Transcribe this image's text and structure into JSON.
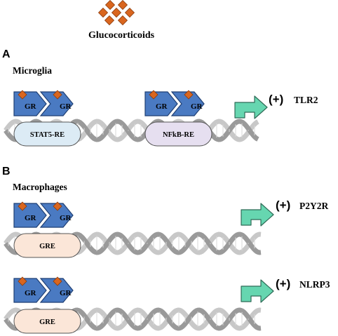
{
  "header": {
    "ligand_label": "Glucocorticoids"
  },
  "colors": {
    "diamond": "#d9661f",
    "diamond_stroke": "#8a3a0c",
    "receptor": "#4a7ac2",
    "receptor_stroke": "#1f3f73",
    "dna_strand": "#9a9a9a",
    "dna_back": "#c8c8c8",
    "stat5_fill": "#dcebf5",
    "nfkb_fill": "#e6dff0",
    "gre_fill": "#fbe6d8",
    "arrow_fill": "#66d6b0",
    "arrow_stroke": "#2f6b57"
  },
  "panels": [
    {
      "letter": "A",
      "cell_type": "Microglia",
      "tracks": [
        {
          "elements": [
            {
              "receptors": [
                "GR",
                "GR"
              ],
              "response_element": "STAT5-RE",
              "kind": "stat5"
            },
            {
              "receptors": [
                "GR",
                "GR"
              ],
              "response_element": "NFkB-RE",
              "kind": "nfkb"
            }
          ],
          "effect": "(+)",
          "gene": "TLR2"
        }
      ]
    },
    {
      "letter": "B",
      "cell_type": "Macrophages",
      "tracks": [
        {
          "elements": [
            {
              "receptors": [
                "GR",
                "GR"
              ],
              "response_element": "GRE",
              "kind": "gre"
            }
          ],
          "effect": "(+)",
          "gene": "P2Y2R"
        },
        {
          "elements": [
            {
              "receptors": [
                "GR",
                "GR"
              ],
              "response_element": "GRE",
              "kind": "gre"
            }
          ],
          "effect": "(+)",
          "gene": "NLRP3"
        }
      ]
    }
  ]
}
